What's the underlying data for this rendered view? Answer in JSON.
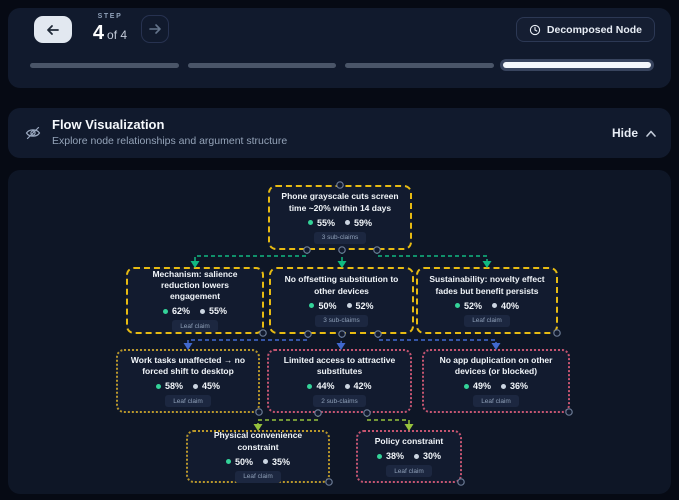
{
  "stepper": {
    "step_label": "STEP",
    "current": "4",
    "of_label": "of 4",
    "badge_label": "Decomposed Node",
    "progress_segments": 4,
    "active_segment": 4
  },
  "flow_header": {
    "title": "Flow Visualization",
    "subtitle": "Explore node relationships and argument structure",
    "hide_label": "Hide"
  },
  "nodes": [
    {
      "id": "root",
      "title": "Phone grayscale cuts screen time ~20% within 14 days",
      "score1": "55%",
      "score2": "59%",
      "badge": "3 sub-claims",
      "border": "#e7bb12"
    },
    {
      "id": "mechanism",
      "title": "Mechanism: salience reduction lowers engagement",
      "score1": "62%",
      "score2": "55%",
      "badge": "Leaf claim",
      "border": "#e7bb12"
    },
    {
      "id": "no-offsetting",
      "title": "No offsetting substitution to other devices",
      "score1": "50%",
      "score2": "52%",
      "badge": "3 sub-claims",
      "border": "#e7bb12"
    },
    {
      "id": "sustainability",
      "title": "Sustainability: novelty effect fades but benefit persists",
      "score1": "52%",
      "score2": "40%",
      "badge": "Leaf claim",
      "border": "#e7bb12"
    },
    {
      "id": "work-tasks",
      "title": "Work tasks unaffected → no forced shift to desktop",
      "score1": "58%",
      "score2": "45%",
      "badge": "Leaf claim",
      "border": "#b9972a"
    },
    {
      "id": "limited-access",
      "title": "Limited access to attractive substitutes",
      "score1": "44%",
      "score2": "42%",
      "badge": "2 sub-claims",
      "border": "#c65570"
    },
    {
      "id": "no-app-duplication",
      "title": "No app duplication on other devices (or blocked)",
      "score1": "49%",
      "score2": "36%",
      "badge": "Leaf claim",
      "border": "#c65570"
    },
    {
      "id": "physical-constraint",
      "title": "Physical convenience constraint",
      "score1": "50%",
      "score2": "35%",
      "badge": "Leaf claim",
      "border": "#b9972a"
    },
    {
      "id": "policy-constraint",
      "title": "Policy constraint",
      "score1": "38%",
      "score2": "30%",
      "badge": "Leaf claim",
      "border": "#c65570"
    }
  ],
  "colors": {
    "page_bg": "#060a14",
    "panel_bg": "#111a2d",
    "canvas_bg": "#0e1626",
    "node_bg": "#121b2f",
    "accent_yellow": "#e7bb12",
    "accent_yellow_dim": "#b9972a",
    "accent_rose": "#c65570",
    "edge_green": "#10b981",
    "edge_blue": "#4169cf",
    "edge_lime": "#96c23d",
    "score_dot_green": "#34d399",
    "score_dot_gray": "#cbd5e1",
    "progress_inactive": "#4a5568",
    "progress_active": "#f4f7fb"
  }
}
